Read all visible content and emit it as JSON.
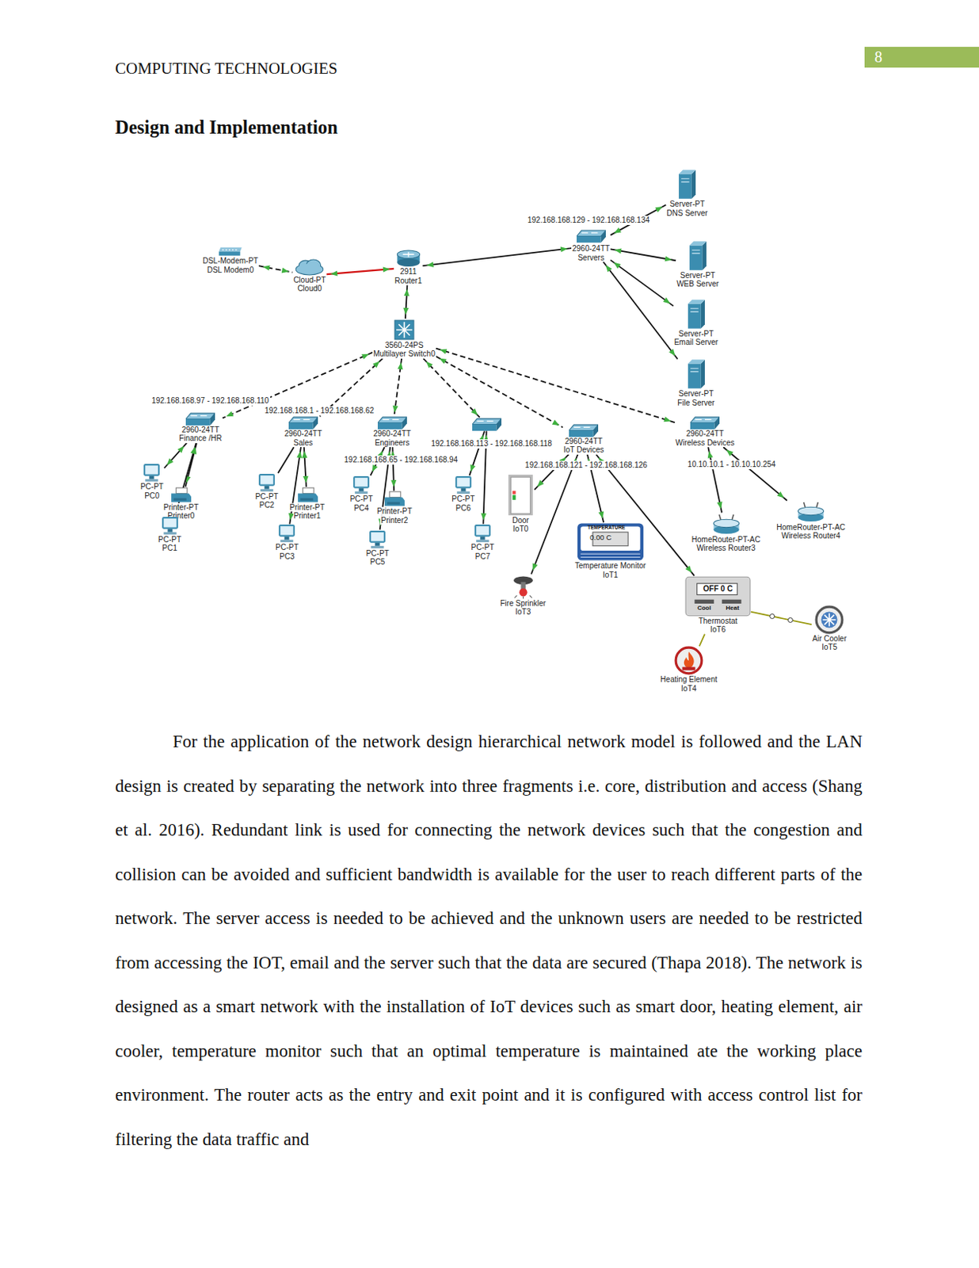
{
  "diagram": {
    "title": "Design and Implementation",
    "nodes": [
      {
        "text": [
          "DSL-Modem-PT",
          "DSL Modem0"
        ]
      },
      {
        "text": [
          "Cloud-PT",
          "Cloud0"
        ]
      },
      {
        "text": [
          "2911",
          "Router1"
        ]
      },
      {
        "text": [
          "Server-PT",
          "DNS Server"
        ]
      },
      {
        "text": [
          "2960-24TT",
          "Servers"
        ]
      },
      {
        "text": [
          "Server-PT",
          "WEB Server"
        ]
      },
      {
        "text": [
          "Server-PT",
          "Email Server"
        ]
      },
      {
        "text": [
          "Server-PT",
          "File Server"
        ]
      },
      {
        "text": [
          "3560-24PS",
          "Multilayer Switch0"
        ]
      },
      {
        "text": [
          "2960-24TT",
          "Finance /HR"
        ]
      },
      {
        "text": [
          "2960-24TT",
          "Sales"
        ]
      },
      {
        "text": [
          "2960-24TT",
          "Engineers"
        ]
      },
      {
        "text": []
      },
      {
        "text": [
          "2960-24TT",
          "IoT Devices"
        ]
      },
      {
        "text": [
          "2960-24TT",
          "Wireless Devices"
        ]
      },
      {
        "text": [
          "PC-PT",
          "PC0"
        ]
      },
      {
        "text": [
          "Printer-PT",
          "Printer0"
        ]
      },
      {
        "text": [
          "PC-PT",
          "PC1"
        ]
      },
      {
        "text": [
          "PC-PT",
          "PC2"
        ]
      },
      {
        "text": [
          "Printer-PT",
          "Printer1"
        ]
      },
      {
        "text": [
          "PC-PT",
          "PC3"
        ]
      },
      {
        "text": [
          "PC-PT",
          "PC4"
        ]
      },
      {
        "text": [
          "Printer-PT",
          "Printer2"
        ]
      },
      {
        "text": [
          "PC-PT",
          "PC5"
        ]
      },
      {
        "text": [
          "PC-PT",
          "PC6"
        ]
      },
      {
        "text": [
          "PC-PT",
          "PC7"
        ]
      },
      {
        "text": [
          "Door",
          "IoT0"
        ]
      },
      {
        "text": [
          "Temperature Monitor",
          "IoT1"
        ]
      },
      {
        "text": [
          "Fire Sprinkler",
          "IoT3"
        ]
      },
      {
        "text": [
          "Thermostat",
          "IoT6"
        ]
      },
      {
        "text": [
          "Air Cooler",
          "IoT5"
        ]
      },
      {
        "text": [
          "Heating Element",
          "IoT4"
        ]
      },
      {
        "text": [
          "HomeRouter-PT-AC",
          "Wireless Router3"
        ]
      },
      {
        "text": [
          "HomeRouter-PT-AC",
          "Wireless Router4"
        ]
      }
    ],
    "edges": [
      {
        "from": 0,
        "to": 1,
        "arrow": "none"
      },
      {
        "from": 1,
        "to": 2,
        "arrow": "none"
      },
      {
        "from": 2,
        "to": 4,
        "arrow": "none"
      },
      {
        "from": 4,
        "to": 3,
        "arrow": "none"
      },
      {
        "from": 4,
        "to": 5,
        "arrow": "none"
      },
      {
        "from": 4,
        "to": 6,
        "arrow": "none"
      },
      {
        "from": 4,
        "to": 7,
        "arrow": "none"
      },
      {
        "from": 2,
        "to": 8,
        "arrow": "none"
      },
      {
        "from": 8,
        "to": 9,
        "arrow": "none"
      },
      {
        "from": 8,
        "to": 10,
        "arrow": "none"
      },
      {
        "from": 8,
        "to": 11,
        "arrow": "none"
      },
      {
        "from": 8,
        "to": 12,
        "arrow": "none"
      },
      {
        "from": 8,
        "to": 13,
        "arrow": "none"
      },
      {
        "from": 8,
        "to": 14,
        "arrow": "none"
      },
      {
        "from": 9,
        "to": 15,
        "arrow": "none"
      },
      {
        "from": 9,
        "to": 16,
        "arrow": "none"
      },
      {
        "from": 9,
        "to": 17,
        "arrow": "none"
      },
      {
        "from": 10,
        "to": 18,
        "arrow": "none"
      },
      {
        "from": 10,
        "to": 19,
        "arrow": "none"
      },
      {
        "from": 10,
        "to": 20,
        "arrow": "none"
      },
      {
        "from": 11,
        "to": 21,
        "arrow": "none"
      },
      {
        "from": 11,
        "to": 22,
        "arrow": "none"
      },
      {
        "from": 11,
        "to": 23,
        "arrow": "none"
      },
      {
        "from": 12,
        "to": 24,
        "arrow": "none"
      },
      {
        "from": 12,
        "to": 25,
        "arrow": "none"
      },
      {
        "from": 13,
        "to": 26,
        "arrow": "none"
      },
      {
        "from": 13,
        "to": 27,
        "arrow": "none"
      },
      {
        "from": 13,
        "to": 28,
        "arrow": "none"
      },
      {
        "from": 13,
        "to": 29,
        "arrow": "none"
      },
      {
        "from": 14,
        "to": 32,
        "arrow": "none"
      },
      {
        "from": 14,
        "to": 33,
        "arrow": "none"
      },
      {
        "from": 29,
        "to": 30,
        "arrow": "none"
      },
      {
        "from": 29,
        "to": 31,
        "arrow": "none"
      }
    ],
    "labels": [
      "COMPUTING TECHNOLOGIES",
      "8",
      "192.168.168.129 - 192.168.168.134",
      "192.168.168.97 - 192.168.168.110",
      "192.168.168.1 - 192.168.168.62",
      "192.168.168.65 - 192.168.168.94",
      "192.168.168.113 - 192.168.168.118",
      "192.168.168.121 - 192.168.168.126",
      "10.10.10.1 - 10.10.10.254",
      "TEMPERATURE",
      "0.00 C",
      "OFF 0 C",
      "Cool",
      "Heat",
      "For the application of the network design hierarchical network model is followed and the LAN design is created by separating the network into three fragments i.e. core, distribution and access (Shang et al. 2016). Redundant link is used for connecting the network devices such that the congestion and collision can be avoided and sufficient bandwidth is available for the user to reach different parts of the network. The server access is needed to be achieved and the unknown users are needed to be restricted from accessing the IOT, email and the server such that the data are secured (Thapa 2018). The network is designed as a smart network with the installation of IoT devices such as smart door, heating element, air cooler, temperature monitor such that an optimal temperature is maintained ate the working place environment. The router acts as the entry and exit point and it is configured with access control list for filtering the data traffic and"
    ]
  }
}
